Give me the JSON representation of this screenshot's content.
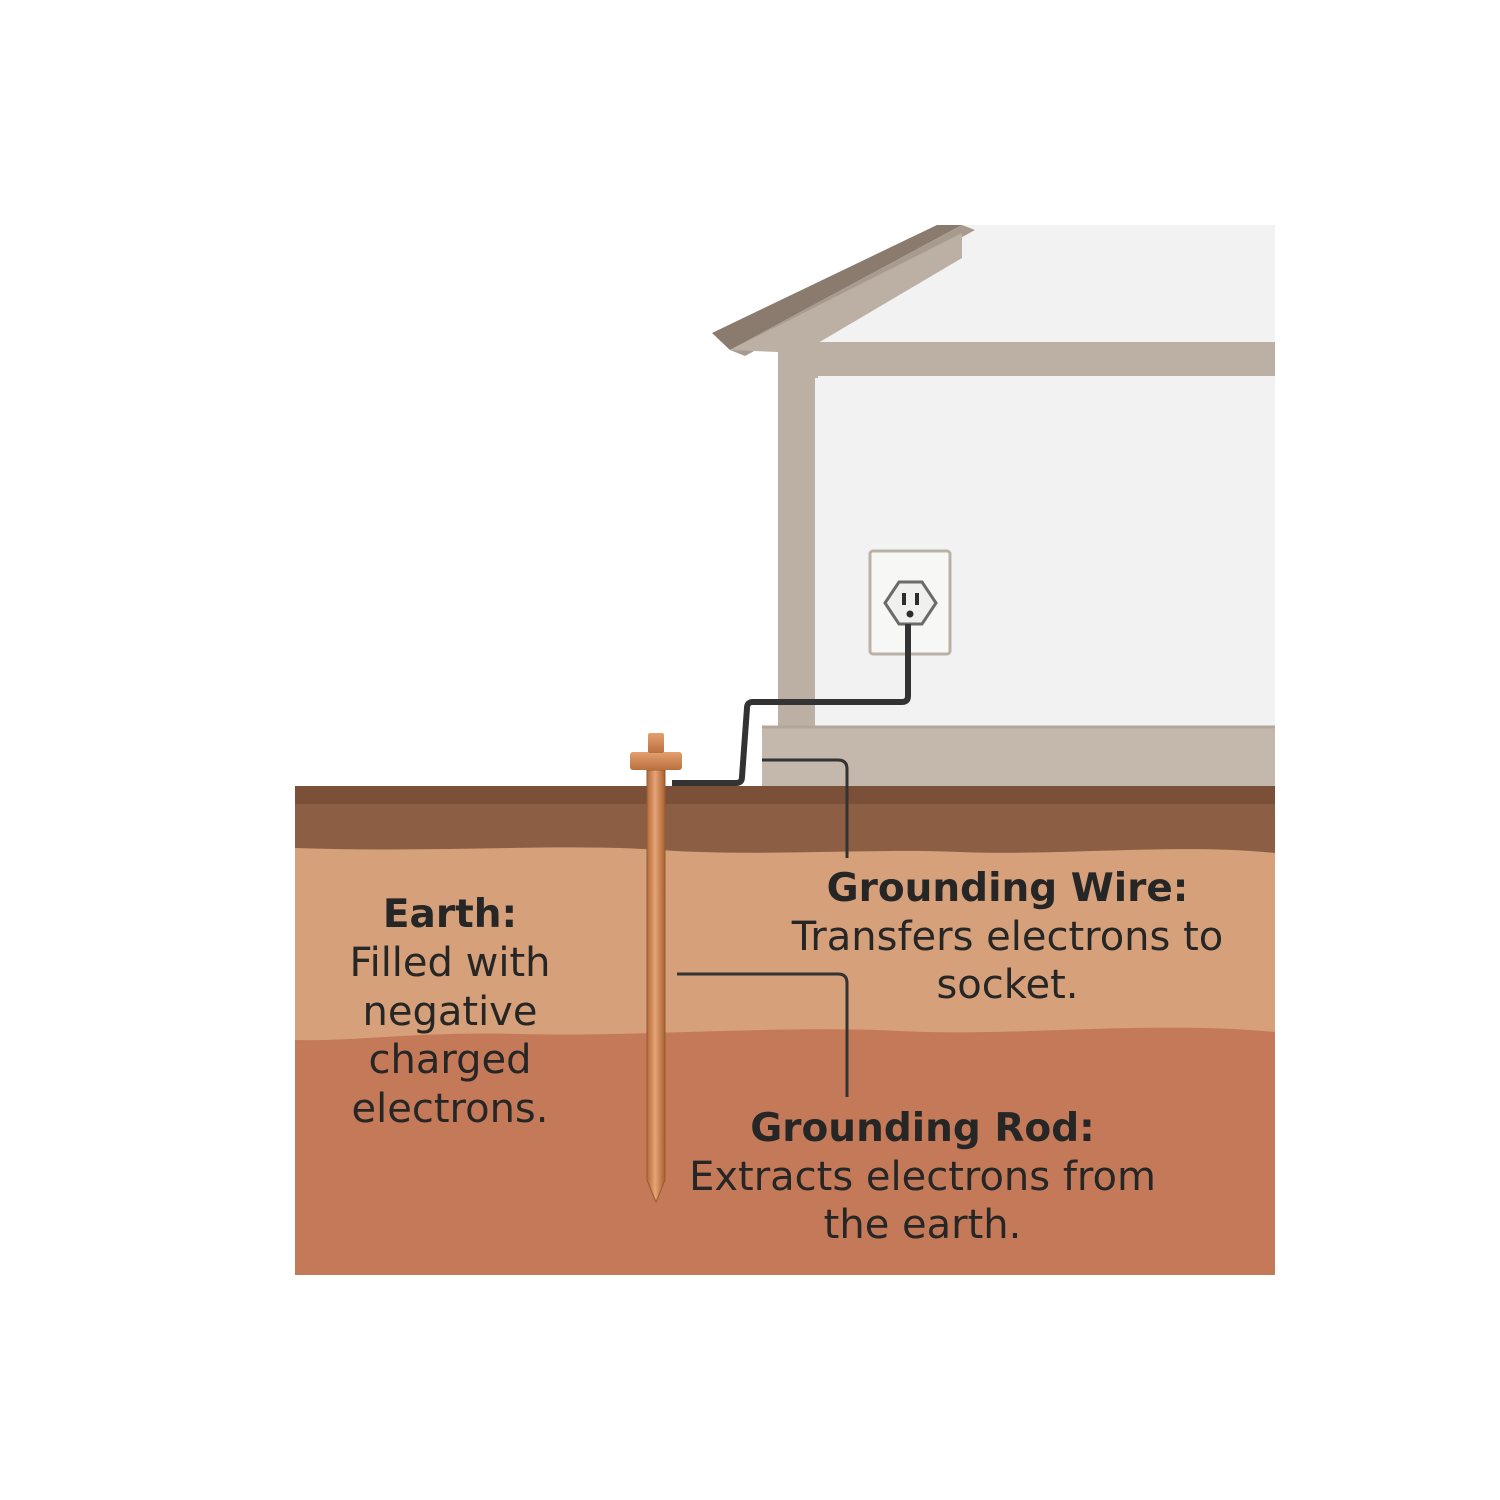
{
  "earth": {
    "title": "Earth:",
    "description": "Filled with negative charged electrons."
  },
  "grounding_wire": {
    "title": "Grounding Wire:",
    "description": "Transfers electrons to socket."
  },
  "grounding_rod": {
    "title": "Grounding Rod:",
    "description": "Extracts electrons from the earth."
  },
  "colors": {
    "background": "#ffffff",
    "house_frame": "#bcb0a5",
    "house_wall": "#f2f2f2",
    "roof": "#8a7b6e",
    "foundation": "#c4b8ad",
    "topsoil": "#8c5e44",
    "upper_soil": "#d6a07a",
    "lower_soil": "#c47a58",
    "copper_rod": "#cd8450",
    "wire": "#333333",
    "text": "#262626"
  }
}
